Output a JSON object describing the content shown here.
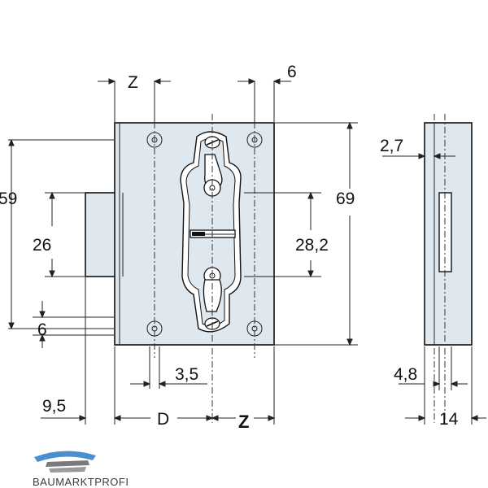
{
  "dimensions": {
    "z_top": "Z",
    "six_top": "6",
    "two_seven": "2,7",
    "fifty_nine": "59",
    "sixty_nine": "69",
    "twenty_six": "26",
    "twenty_eight_two": "28,2",
    "six_left": "6",
    "three_five": "3,5",
    "four_eight": "4,8",
    "nine_five": "9,5",
    "d_bottom": "D",
    "z_bottom": "Z",
    "fourteen": "14"
  },
  "logo": {
    "text": "BAUMARKTPROFI"
  },
  "colors": {
    "plate_fill": "#dfe7ef",
    "logo_blue": "#4a8fd0",
    "logo_grey": "#7a7a7a"
  }
}
